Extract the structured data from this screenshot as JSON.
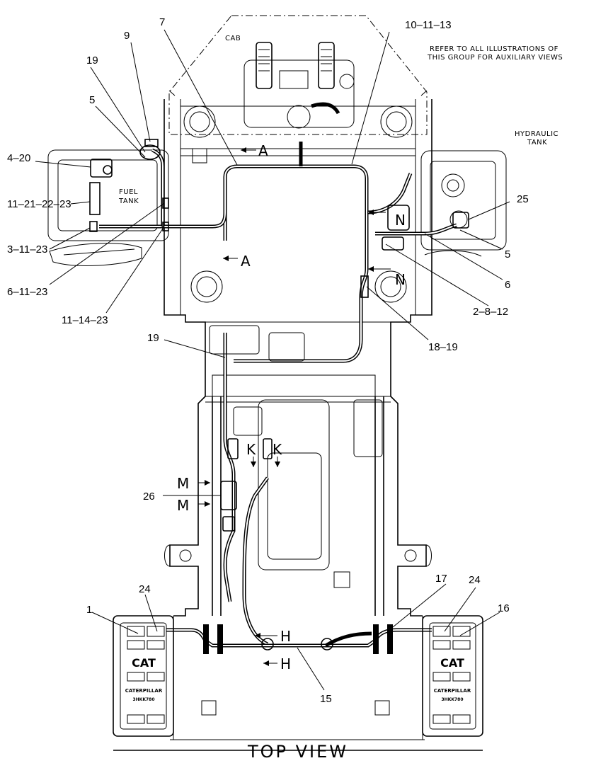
{
  "title": "TOP VIEW",
  "note": [
    "REFER TO ALL ILLUSTRATIONS OF",
    "THIS GROUP FOR AUXILIARY VIEWS"
  ],
  "areas": {
    "cab": "CAB",
    "fuel_tank": [
      "FUEL",
      "TANK"
    ],
    "hydraulic_tank": [
      "HYDRAULIC",
      "TANK"
    ]
  },
  "callouts": {
    "c7": "7",
    "c9": "9",
    "c10_11_13": "10–11–13",
    "c19_top": "19",
    "c5_left": "5",
    "c4_20": "4–20",
    "c11_21_22_23": "11–21–22–23",
    "c3_11_23": "3–11–23",
    "c6_11_23": "6–11–23",
    "c11_14_23": "11–14–23",
    "c25": "25",
    "c5_right": "5",
    "c6_right": "6",
    "c2_8_12": "2–8–12",
    "c18_19": "18–19",
    "c19_mid": "19",
    "c26": "26",
    "c1": "1",
    "c24_left": "24",
    "c17": "17",
    "c24_right": "24",
    "c16": "16",
    "c15": "15"
  },
  "section_markers": {
    "a_top": "A",
    "a_bottom": "A",
    "n_top": "N",
    "n_bottom": "N",
    "k_left": "K",
    "k_right": "K",
    "m_top": "M",
    "m_bottom": "M",
    "h_top": "H",
    "h_bottom": "H"
  },
  "battery": {
    "brand": "CAT",
    "name": "CATERPILLAR",
    "model": "3HKK780"
  }
}
